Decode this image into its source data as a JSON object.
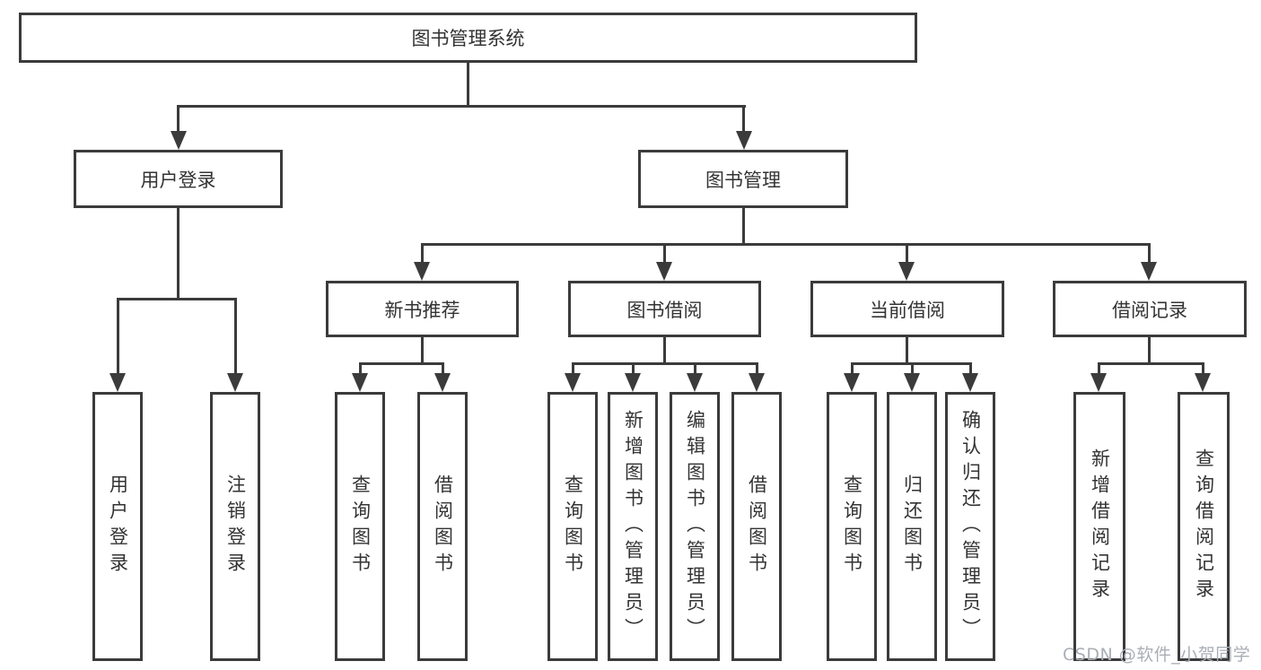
{
  "tree": {
    "root": {
      "label": "图书管理系统"
    },
    "level2": [
      {
        "label": "用户登录",
        "leaves": [
          "用户登录",
          "注销登录"
        ]
      },
      {
        "label": "图书管理",
        "sections": [
          {
            "label": "新书推荐",
            "leaves": [
              "查询图书",
              "借阅图书"
            ]
          },
          {
            "label": "图书借阅",
            "leaves": [
              "查询图书",
              "新增图书（管理员）",
              "编辑图书（管理员）",
              "借阅图书"
            ]
          },
          {
            "label": "当前借阅",
            "leaves": [
              "查询图书",
              "归还图书",
              "确认归还（管理员）"
            ]
          },
          {
            "label": "借阅记录",
            "leaves": [
              "新增借阅记录",
              "查询借阅记录"
            ]
          }
        ]
      }
    ]
  },
  "watermark": {
    "text": "CSDN @软件_小贺同学"
  },
  "colors": {
    "line": "#3b3b3b",
    "box_border": "#3b3b3b",
    "text": "#333333",
    "background": "#ffffff",
    "watermark_text": "#a9aeb6"
  }
}
